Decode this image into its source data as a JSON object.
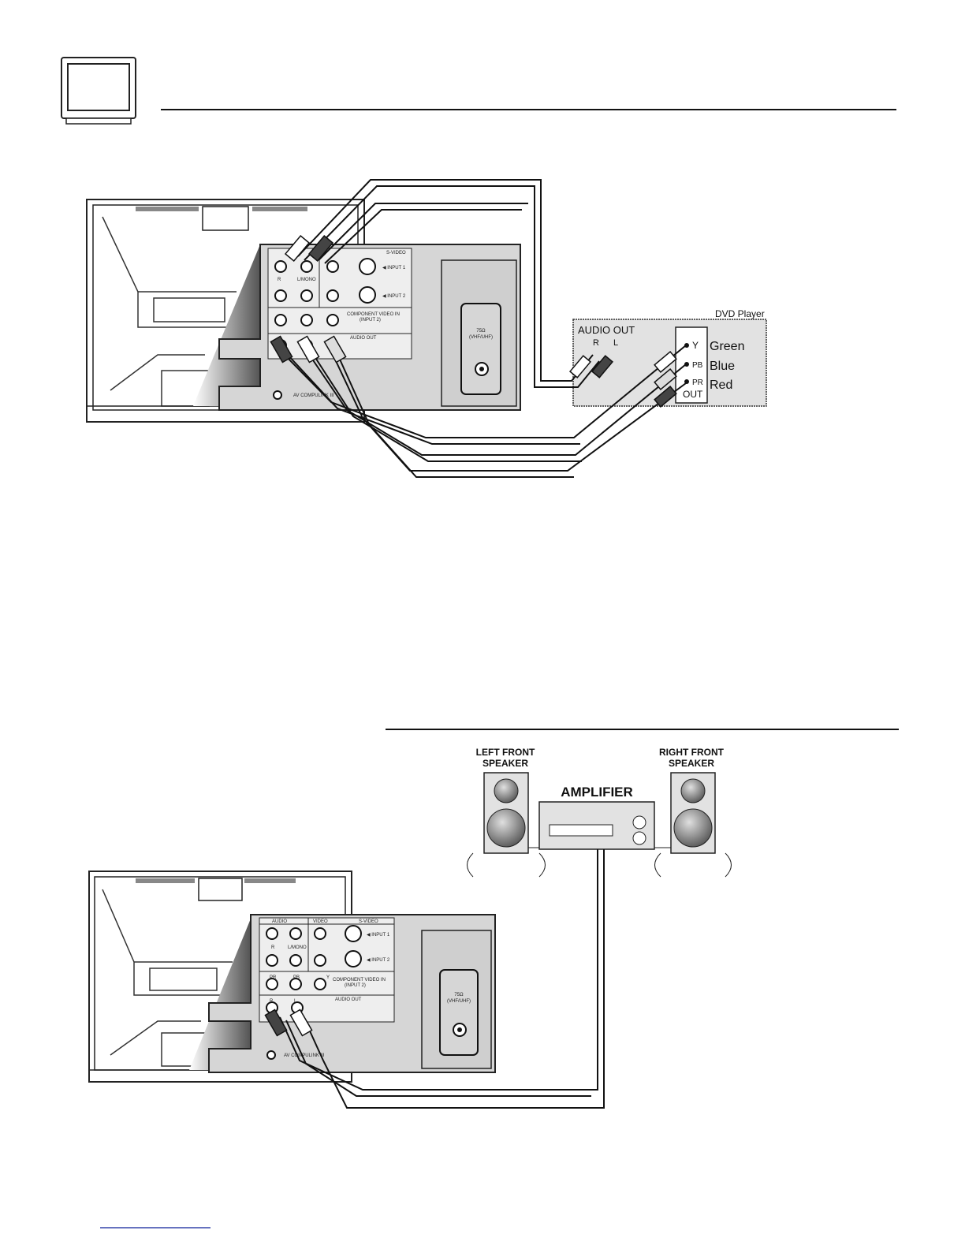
{
  "header": {
    "icon": "tv-icon"
  },
  "diagram1": {
    "device_label": "DVD Player",
    "audio_out_label": "AUDIO OUT",
    "audio_r": "R",
    "audio_l": "L",
    "component_y": "Y",
    "component_pb": "PB",
    "component_pr": "PR",
    "component_out": "OUT",
    "color_green": "Green",
    "color_blue": "Blue",
    "color_red": "Red"
  },
  "diagram2": {
    "left_speaker_line1": "LEFT FRONT",
    "left_speaker_line2": "SPEAKER",
    "right_speaker_line1": "RIGHT FRONT",
    "right_speaker_line2": "SPEAKER",
    "amplifier_label": "AMPLIFIER"
  },
  "tv_panel": {
    "audio": "AUDIO",
    "video": "VIDEO",
    "svideo": "S-VIDEO",
    "r": "R",
    "l_mono": "L/MONO",
    "input1": "◀ INPUT 1",
    "input2": "◀ INPUT 2",
    "component_line1": "COMPONENT VIDEO IN",
    "component_line2": "(INPUT 2)",
    "audio_out": "AUDIO OUT",
    "av_compulink": "AV COMPULINK III",
    "ant_line1": "75Ω",
    "ant_line2": "(VHF/UHF)",
    "pr": "PR",
    "pb": "PB",
    "y": "Y",
    "l": "L"
  }
}
